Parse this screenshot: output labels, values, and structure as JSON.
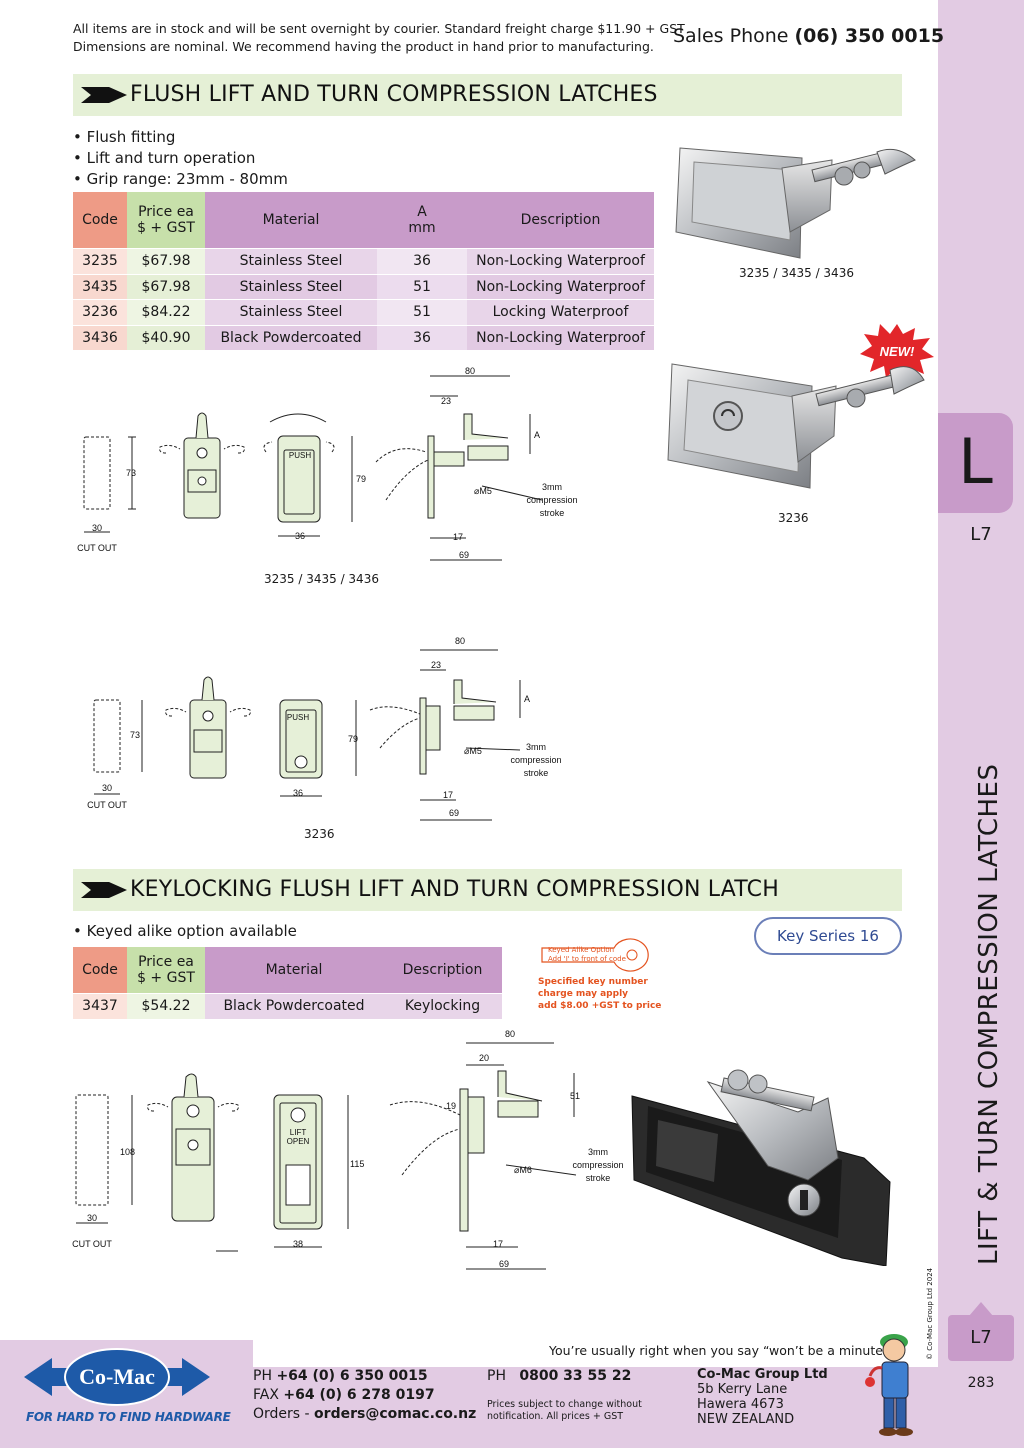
{
  "header": {
    "notice_line1": "All items are in stock and will be sent overnight by courier. Standard freight charge $11.90 + GST",
    "notice_line2": "Dimensions are nominal. We recommend having the product in hand prior to manufacturing.",
    "sales_label": "Sales Phone",
    "sales_phone": "(06) 350 0015"
  },
  "section1": {
    "title": "FLUSH LIFT AND TURN COMPRESSION LATCHES",
    "bullets": [
      "• Flush fitting",
      "• Lift and turn operation",
      "• Grip range: 23mm - 80mm"
    ],
    "table": {
      "headers": {
        "code": "Code",
        "price_1": "Price ea",
        "price_2": "$ + GST",
        "material": "Material",
        "a_1": "A",
        "a_2": "mm",
        "description": "Description"
      },
      "rows": [
        {
          "code": "3235",
          "price": "$67.98",
          "material": "Stainless Steel",
          "a": "36",
          "description": "Non-Locking Waterproof"
        },
        {
          "code": "3435",
          "price": "$67.98",
          "material": "Stainless Steel",
          "a": "51",
          "description": "Non-Locking Waterproof"
        },
        {
          "code": "3236",
          "price": "$84.22",
          "material": "Stainless Steel",
          "a": "51",
          "description": "Locking Waterproof"
        },
        {
          "code": "3436",
          "price": "$40.90",
          "material": "Black Powdercoated",
          "a": "36",
          "description": "Non-Locking Waterproof"
        }
      ]
    },
    "photo1_caption": "3235 / 3435 / 3436",
    "photo2_caption": "3236",
    "new_badge": "NEW!",
    "drawing1_caption": "3235 / 3435 / 3436",
    "drawing2_caption": "3236"
  },
  "drawings": {
    "cut_out": "CUT OUT",
    "dim_30": "30",
    "dim_73": "73",
    "dim_79": "79",
    "dim_36": "36",
    "dim_80": "80",
    "dim_23": "23",
    "dim_a": "A",
    "dim_m5": "⌀M5",
    "dim_17": "17",
    "dim_69": "69",
    "stroke_1": "3mm",
    "stroke_2": "compression",
    "stroke_3": "stroke",
    "push": "PUSH",
    "dim_108": "108",
    "dim_115": "115",
    "dim_38": "38",
    "dim_20": "20",
    "dim_19": "19",
    "dim_51": "51",
    "dim_m6": "⌀M6",
    "lift": "LIFT",
    "open": "OPEN"
  },
  "section2": {
    "title": "KEYLOCKING FLUSH LIFT AND TURN COMPRESSION LATCH",
    "bullets": [
      "• Keyed alike option available"
    ],
    "key_series": "Key Series 16",
    "key_label_1": "Keyed Alike Option",
    "key_label_2": "Add 'I' to front of code",
    "key_note_1": "Specified key number",
    "key_note_2": "charge may apply",
    "key_note_3": "add $8.00 +GST to price",
    "table": {
      "headers": {
        "code": "Code",
        "price_1": "Price ea",
        "price_2": "$ + GST",
        "material": "Material",
        "description": "Description"
      },
      "rows": [
        {
          "code": "3437",
          "price": "$54.22",
          "material": "Black Powdercoated",
          "description": "Keylocking"
        }
      ]
    }
  },
  "sidebar": {
    "letter": "L",
    "code": "L7",
    "title": "LIFT & TURN COMPRESSION LATCHES",
    "copyright": "© Co-Mac Group Ltd 2024",
    "bottom_code": "L7",
    "page_number": "283"
  },
  "footer": {
    "tagline": "You’re usually right when you say “won’t be a minute”.",
    "logo_text": "Co-Mac",
    "logo_tag": "FOR HARD TO FIND HARDWARE",
    "ph_label": "PH",
    "ph_value": "+64 (0) 6 350 0015",
    "fax_label": "FAX",
    "fax_value": "+64 (0) 6 278 0197",
    "orders_label": "Orders -",
    "orders_value": "orders@comac.co.nz",
    "ph2_label": "PH",
    "ph2_value": "0800 33 55 22",
    "prices_note_1": "Prices subject to change without",
    "prices_note_2": "notification. All prices + GST",
    "company": "Co-Mac Group Ltd",
    "addr1": "5b Kerry Lane",
    "addr2": "Hawera 4673",
    "addr3": "NEW ZEALAND"
  },
  "colors": {
    "sidebar": "#e2cbe3",
    "tab": "#c89bc9",
    "section_bar": "#e5f0d6",
    "code_header": "#ee9b86",
    "price_header": "#c7e0aa",
    "accent_blue": "#1e5aa8",
    "badge_red": "#e2262a"
  }
}
